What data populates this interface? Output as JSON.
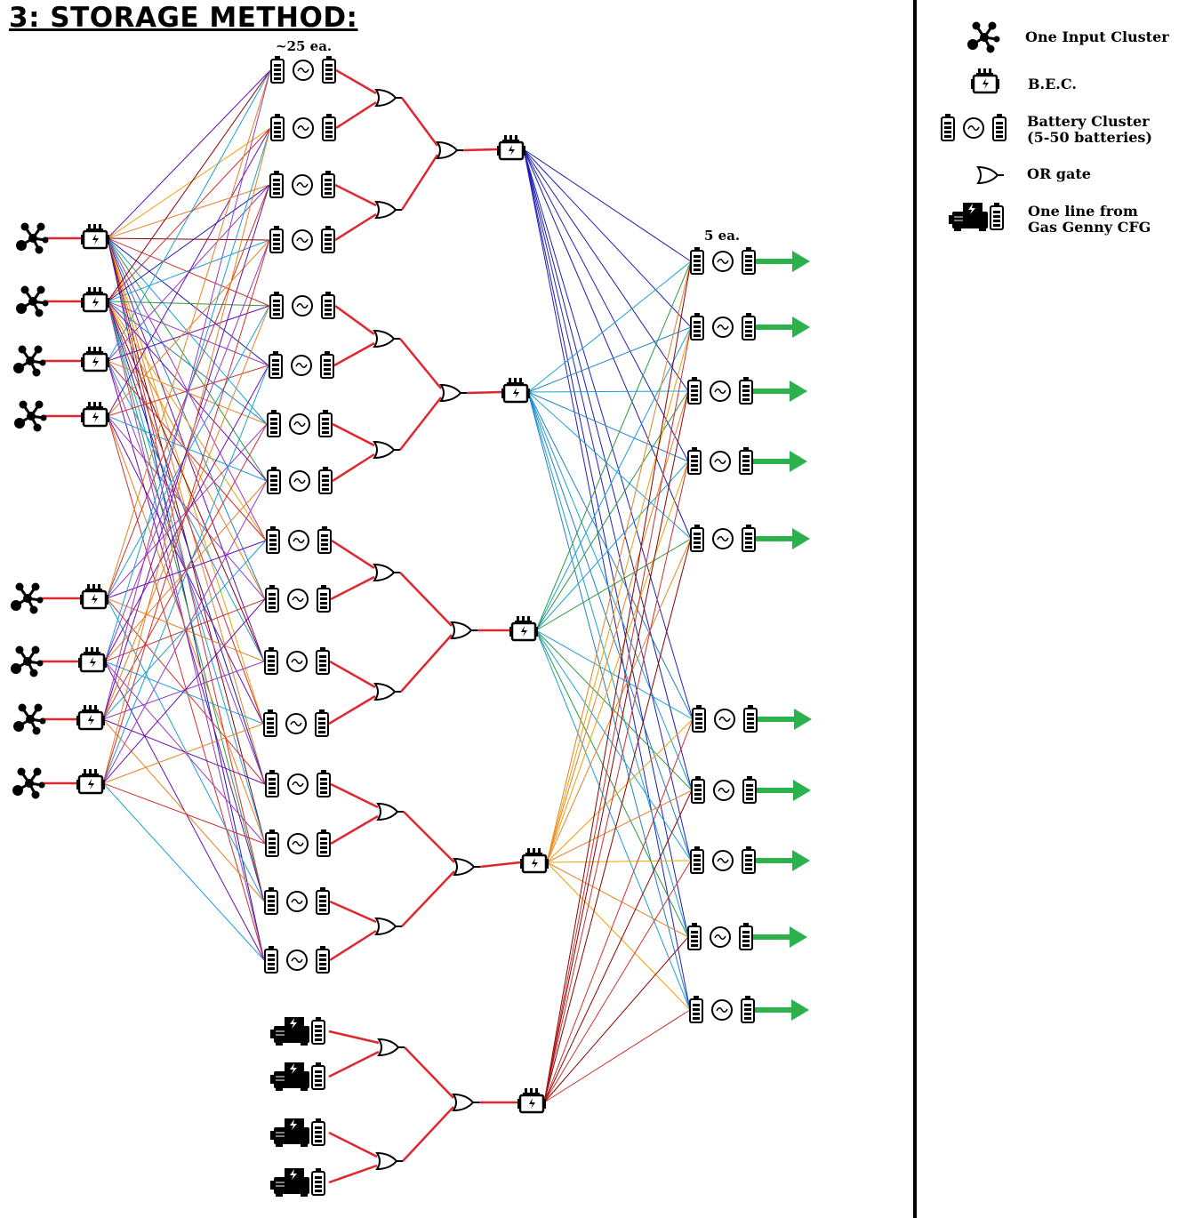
{
  "title": "3: STORAGE METHOD:",
  "labels": {
    "top_count": "~25 ea.",
    "right_count": "5 ea."
  },
  "legend": [
    {
      "icon": "input-cluster-icon",
      "label": "One Input Cluster"
    },
    {
      "icon": "bec-icon",
      "label": "B.E.C."
    },
    {
      "icon": "battery-cluster-icon",
      "label": "Battery Cluster",
      "sub": "(5-50 batteries)"
    },
    {
      "icon": "or-gate-icon",
      "label": "OR gate"
    },
    {
      "icon": "gas-generator-icon",
      "label": "One line from",
      "sub": "Gas Genny CFG"
    }
  ],
  "colors": {
    "signal": "#e0262e",
    "output": "#2bb24c",
    "wires": [
      "#6a0dad",
      "#f0a000",
      "#e88020",
      "#8b0000",
      "#d03030",
      "#1a1aa8",
      "#1aa0d8",
      "#2a9a40",
      "#9a3ac0",
      "#2080c8"
    ]
  }
}
